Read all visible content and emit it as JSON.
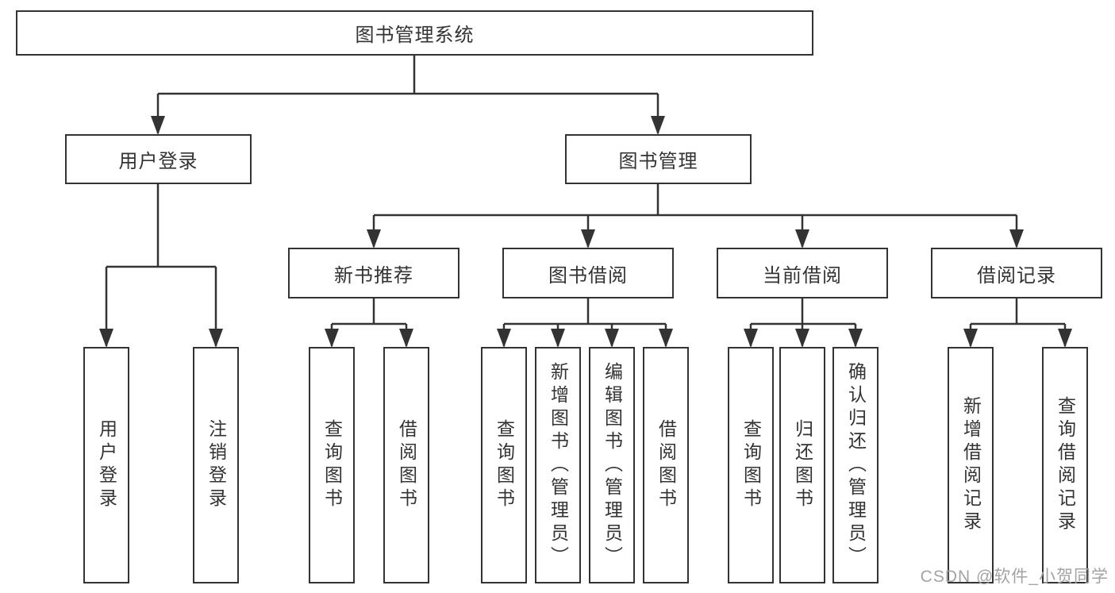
{
  "diagram": {
    "root": {
      "label": "图书管理系统"
    },
    "branches": [
      {
        "label": "用户登录",
        "children": [
          {
            "label": "用户登录"
          },
          {
            "label": "注销登录"
          }
        ]
      },
      {
        "label": "图书管理",
        "children": [
          {
            "label": "新书推荐",
            "children": [
              {
                "label": "查询图书"
              },
              {
                "label": "借阅图书"
              }
            ]
          },
          {
            "label": "图书借阅",
            "children": [
              {
                "label": "查询图书"
              },
              {
                "label": "新增图书（管理员）"
              },
              {
                "label": "编辑图书（管理员）"
              },
              {
                "label": "借阅图书"
              }
            ]
          },
          {
            "label": "当前借阅",
            "children": [
              {
                "label": "查询图书"
              },
              {
                "label": "归还图书"
              },
              {
                "label": "确认归还（管理员）"
              }
            ]
          },
          {
            "label": "借阅记录",
            "children": [
              {
                "label": "新增借阅记录"
              },
              {
                "label": "查询借阅记录"
              }
            ]
          }
        ]
      }
    ]
  },
  "watermark": {
    "text": "CSDN @软件_小贺同学",
    "color": "#a3a3a3"
  },
  "colors": {
    "line": "#333333",
    "text": "#333333",
    "box_border": "#333333",
    "box_background": "#ffffff",
    "page_background": "#ffffff"
  }
}
